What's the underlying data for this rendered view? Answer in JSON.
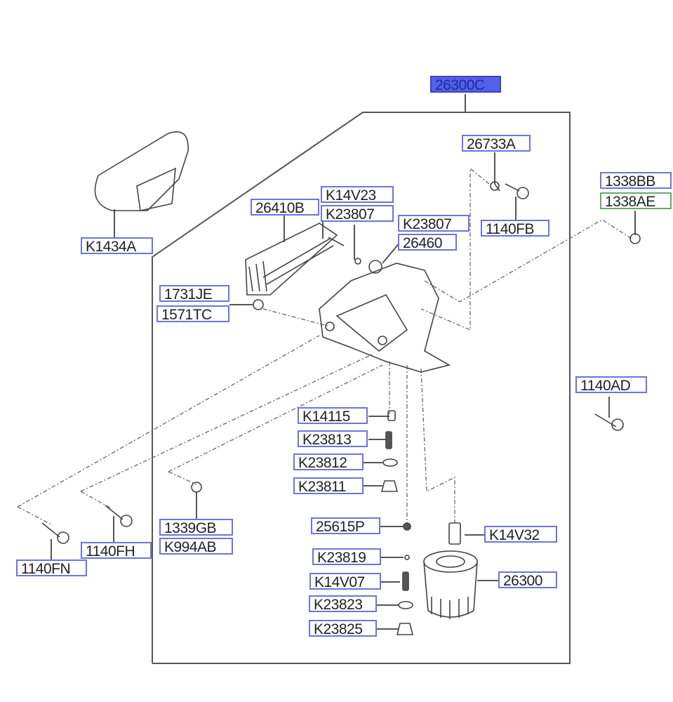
{
  "diagram": {
    "title": "Oil pump & filter assembly parts diagram",
    "highlight_color": "#5560e8",
    "border_color": "#6f74d6",
    "labels": {
      "assy": "26300C",
      "gasket": "K1434A",
      "cooler": "26410B",
      "k14v23": "K14V23",
      "k23807a": "K23807",
      "k23807b": "K23807",
      "oring": "26460",
      "bracket_a": "26733A",
      "bolt_fb": "1140FB",
      "nut_bb": "1338BB",
      "nut_ae": "1338AE",
      "plug_je": "1731JE",
      "plug_tc": "1571TC",
      "bolt_ad": "1140AD",
      "k14115": "K14115",
      "k23813": "K23813",
      "k23812": "K23812",
      "k23811": "K23811",
      "p25615": "25615P",
      "k14v32": "K14V32",
      "k23819": "K23819",
      "k14v07": "K14V07",
      "filter": "26300",
      "k23823": "K23823",
      "k23825": "K23825",
      "nut_gb": "1339GB",
      "k994ab": "K994AB",
      "bolt_fh": "1140FH",
      "bolt_fn": "1140FN"
    }
  }
}
